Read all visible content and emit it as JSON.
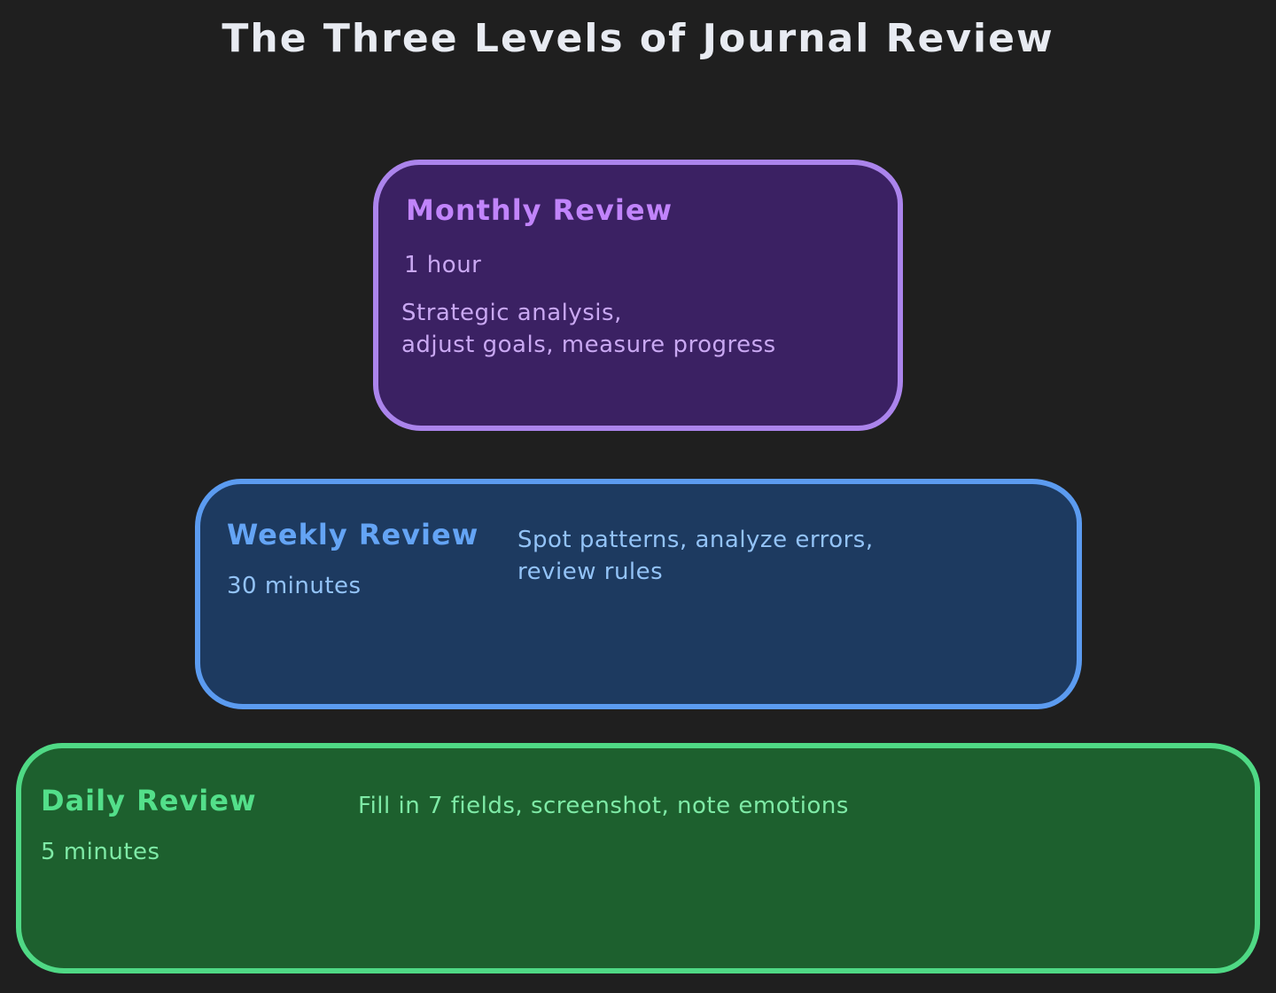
{
  "page": {
    "title": "The Three Levels of Journal Review",
    "background_color": "#1f1f1f",
    "title_color": "#e8ebf2"
  },
  "levels": [
    {
      "name": "monthly",
      "title": "Monthly Review",
      "duration": "1 hour",
      "description": "Strategic analysis,\nadjust goals, measure progress",
      "fill_color": "#3b2163",
      "border_color": "#ab84ec",
      "title_color": "#c184fb",
      "text_color": "#c9a8f2"
    },
    {
      "name": "weekly",
      "title": "Weekly Review",
      "duration": "30 minutes",
      "description": "Spot patterns, analyze errors,\nreview rules",
      "fill_color": "#1d3a60",
      "border_color": "#5b9bf0",
      "title_color": "#64a4f5",
      "text_color": "#93c3f7"
    },
    {
      "name": "daily",
      "title": "Daily Review",
      "duration": "5 minutes",
      "description": "Fill in 7 fields, screenshot, note emotions",
      "fill_color": "#1d602e",
      "border_color": "#4fd985",
      "title_color": "#53df8a",
      "text_color": "#7eeaa6"
    }
  ]
}
